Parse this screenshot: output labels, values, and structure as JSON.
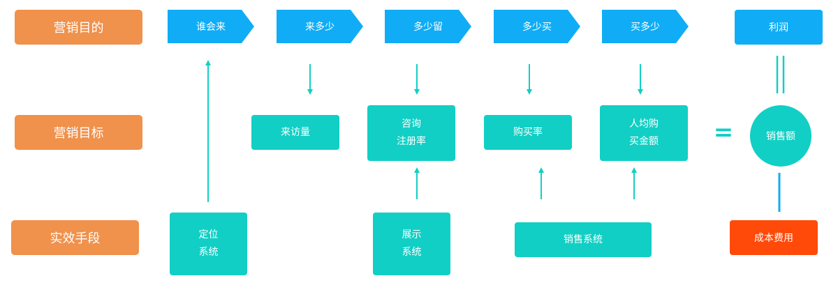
{
  "rows": {
    "purpose": "营销目的",
    "target": "营销目标",
    "means": "实效手段"
  },
  "funnel": [
    "谁会来",
    "来多少",
    "多少留",
    "多少买",
    "买多少"
  ],
  "profit": "利润",
  "targets": {
    "visits": "来访量",
    "consult_line1": "咨询",
    "consult_line2": "注册率",
    "purchase_rate": "购买率",
    "per_capita_line1": "人均购",
    "per_capita_line2": "买金额"
  },
  "equals": "=",
  "sales_amount": "销售额",
  "systems": {
    "positioning_line1": "定位",
    "positioning_line2": "系统",
    "display_line1": "展示",
    "display_line2": "系统",
    "sales": "销售系统"
  },
  "cost": "成本费用",
  "colors": {
    "orange": "#f0914c",
    "blue": "#10adf6",
    "teal": "#11cfc4",
    "red": "#ff4a09"
  }
}
